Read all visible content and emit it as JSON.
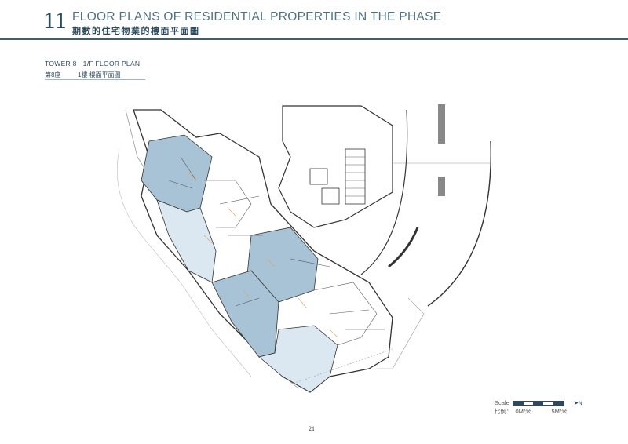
{
  "header": {
    "section_number": "11",
    "title_en": "FLOOR PLANS OF RESIDENTIAL PROPERTIES IN THE PHASE",
    "title_zh": "期數的住宅物業的樓面平面圖"
  },
  "subtitle": {
    "tower_en": "TOWER 8",
    "floor_en": "1/F FLOOR PLAN",
    "tower_zh": "第8座",
    "floor_zh": "1樓 樓面平面圖"
  },
  "scale": {
    "label_en": "Scale",
    "label_zh": "比例：",
    "start": "0M/米",
    "end": "5M/米",
    "north_label": "N"
  },
  "colors": {
    "primary": "#2c4a5e",
    "unit_dark": "#a9c3d6",
    "unit_light": "#dbe8f1"
  },
  "page_number": "21"
}
